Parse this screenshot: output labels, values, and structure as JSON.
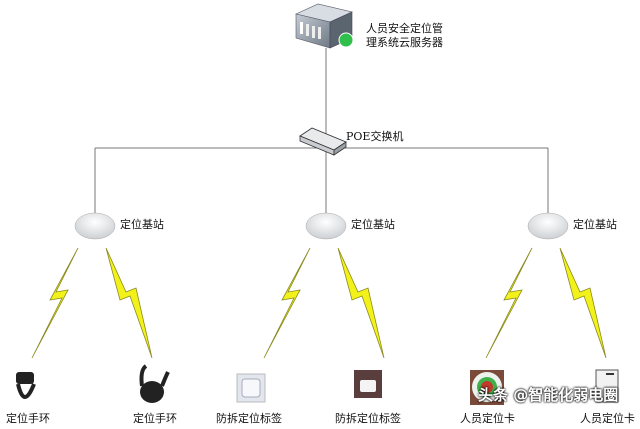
{
  "server": {
    "label_line1": "人员安全定位管",
    "label_line2": "理系统云服务器"
  },
  "switch": {
    "label": "POE交换机"
  },
  "base_stations": [
    {
      "label": "定位基站"
    },
    {
      "label": "定位基站"
    },
    {
      "label": "定位基站"
    }
  ],
  "devices": [
    {
      "label": "定位手环"
    },
    {
      "label": "定位手环"
    },
    {
      "label": "防拆定位标签"
    },
    {
      "label": "防拆定位标签"
    },
    {
      "label": "人员定位卡"
    },
    {
      "label": "人员定位卡"
    }
  ],
  "watermark": "头条 @智能化弱电圈",
  "colors": {
    "line": "#777777",
    "bolt": "#f2f21a",
    "bolt_stroke": "#8a8a20"
  }
}
